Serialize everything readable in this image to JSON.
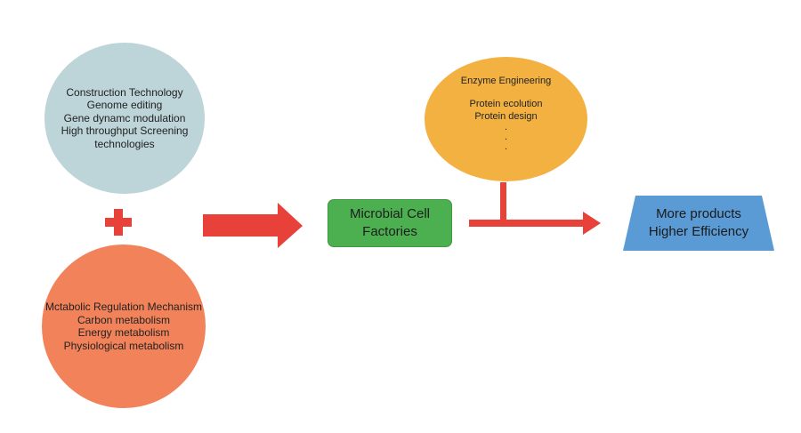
{
  "colors": {
    "blue_circle": "#bdd4d8",
    "orange_circle": "#f2825a",
    "yellow_circle": "#f3b142",
    "green_box": "#4caf50",
    "blue_trapezoid": "#5b9bd5",
    "arrow_red": "#e8413a"
  },
  "construction": {
    "lines": [
      "Construction Technology",
      "Genome editing",
      "Gene dynamc modulation",
      "High throughput Screening",
      "technologies"
    ]
  },
  "metabolic": {
    "lines": [
      "Mctabolic Regulation Mechanism",
      "Carbon metabolism",
      "Energy metabolism",
      "Physiological metabolism"
    ]
  },
  "enzyme": {
    "title": "Enzyme Engineering",
    "lines": [
      "Protein ecolution",
      "Protein design"
    ],
    "dots": [
      ".",
      ".",
      "."
    ]
  },
  "factory": {
    "lines": [
      "Microbial Cell",
      "Factories"
    ]
  },
  "output": {
    "lines": [
      "More products",
      "Higher Efficiency"
    ]
  }
}
